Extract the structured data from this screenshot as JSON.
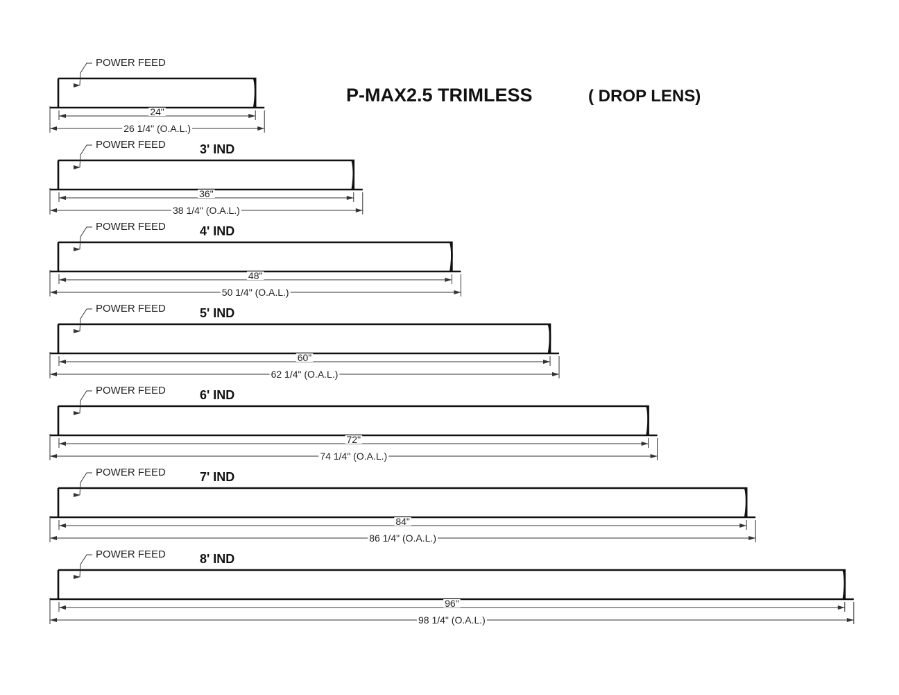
{
  "title": {
    "main": "P-MAX2.5 TRIMLESS",
    "sub": "( DROP LENS)"
  },
  "fixtures": [
    {
      "size_label": "",
      "feed_label": "POWER FEED",
      "nominal_length_in": 24,
      "oal_in": 26.25,
      "nominal_label": "24\"",
      "oal_label": "26 1/4\" (O.A.L.)"
    },
    {
      "size_label": "3' IND",
      "feed_label": "POWER FEED",
      "nominal_length_in": 36,
      "oal_in": 38.25,
      "nominal_label": "36\"",
      "oal_label": "38 1/4\" (O.A.L.)"
    },
    {
      "size_label": "4' IND",
      "feed_label": "POWER FEED",
      "nominal_length_in": 48,
      "oal_in": 50.25,
      "nominal_label": "48\"",
      "oal_label": "50 1/4\" (O.A.L.)"
    },
    {
      "size_label": "5' IND",
      "feed_label": "POWER FEED",
      "nominal_length_in": 60,
      "oal_in": 62.25,
      "nominal_label": "60\"",
      "oal_label": "62 1/4\" (O.A.L.)"
    },
    {
      "size_label": "6' IND",
      "feed_label": "POWER FEED",
      "nominal_length_in": 72,
      "oal_in": 74.25,
      "nominal_label": "72\"",
      "oal_label": "74 1/4\" (O.A.L.)"
    },
    {
      "size_label": "7' IND",
      "feed_label": "POWER FEED",
      "nominal_length_in": 84,
      "oal_in": 86.25,
      "nominal_label": "84\"",
      "oal_label": "86 1/4\" (O.A.L.)"
    },
    {
      "size_label": "8' IND",
      "feed_label": "POWER FEED",
      "nominal_length_in": 96,
      "oal_in": 98.25,
      "nominal_label": "96\"",
      "oal_label": "98 1/4\" (O.A.L.)"
    }
  ]
}
